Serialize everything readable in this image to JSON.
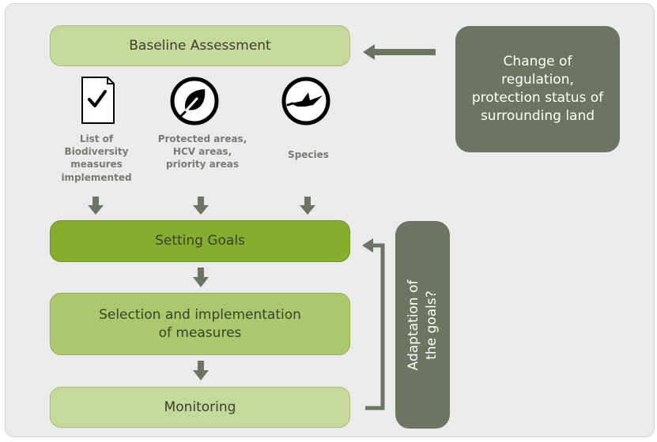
{
  "boxes": {
    "baseline": "Baseline Assessment",
    "setting_goals": "Setting Goals",
    "selection_line1": "Selection and implementation",
    "selection_line2": "of measures",
    "monitoring": "Monitoring",
    "change_line1": "Change of",
    "change_line2": "regulation,",
    "change_line3": "protection status of",
    "change_line4": "surrounding land",
    "adaptation_line1": "Adaptation of",
    "adaptation_line2": "the goals?"
  },
  "inputs": [
    {
      "icon": "document-check-icon",
      "lines": [
        "List of",
        "Biodiversity",
        "measures",
        "implemented"
      ]
    },
    {
      "icon": "leaf-icon",
      "lines": [
        "Protected areas,",
        "HCV areas,",
        "priority areas"
      ]
    },
    {
      "icon": "bird-icon",
      "lines": [
        "Species"
      ]
    }
  ],
  "colors": {
    "light_box": "#c6d99b",
    "goal_box": "#86ae2e",
    "selection_box": "#adc76d",
    "side_box": "#6b7561",
    "arrow": "#6b7561"
  }
}
